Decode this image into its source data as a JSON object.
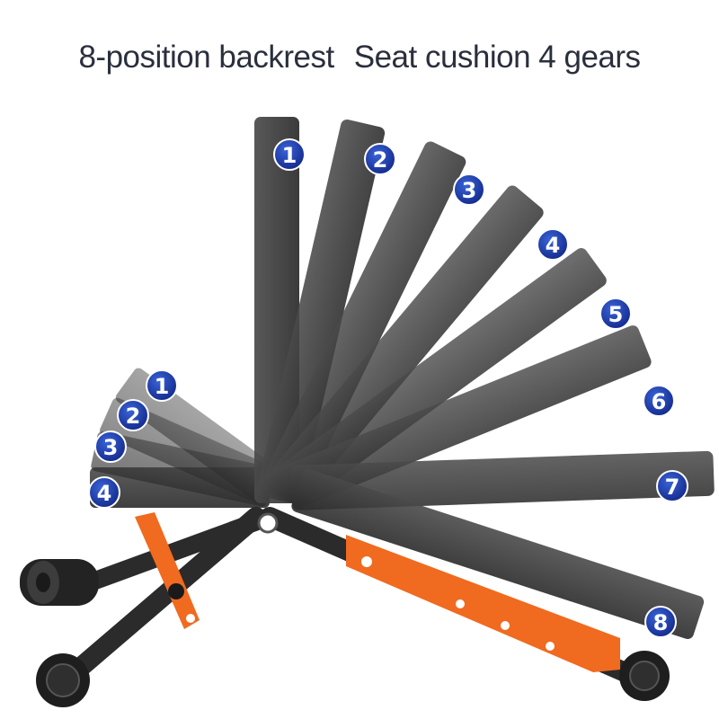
{
  "header": {
    "backrest_caption": "8-position backrest",
    "seat_caption": "Seat cushion 4 gears"
  },
  "backrest_positions": [
    "1",
    "2",
    "3",
    "4",
    "5",
    "6",
    "7",
    "8"
  ],
  "seat_positions": [
    "1",
    "2",
    "3",
    "4"
  ],
  "colors": {
    "title_text": "#2a2f3d",
    "pad": "#3a3a3a",
    "frame": "#2b2b2b",
    "accent_orange": "#f06a1f",
    "badge_fill": "#1f3fa8",
    "badge_text": "#ffffff"
  }
}
